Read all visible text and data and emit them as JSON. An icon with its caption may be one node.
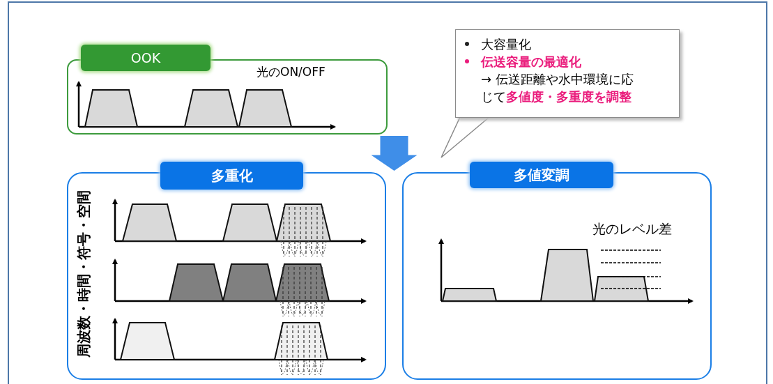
{
  "diagram": {
    "nodes": [
      {
        "text": [
          "OOK",
          "光のON/OFF"
        ]
      },
      {
        "text": [
          "大容量化",
          "伝送容量の最適化",
          "→ 伝送距離や水中環境に応じて**多値度・多重度を調整**"
        ]
      },
      {
        "text": [
          "多重化",
          "周波数・時間・符号・空間"
        ]
      },
      {
        "text": [
          "多値変調",
          "光のレベル差"
        ]
      }
    ],
    "edges": [
      {
        "from": 0,
        "to": 2,
        "arrow": "to",
        "color": "#3f8ee8"
      },
      {
        "from": 0,
        "to": 3,
        "arrow": "to",
        "color": "#3f8ee8"
      }
    ]
  }
}
